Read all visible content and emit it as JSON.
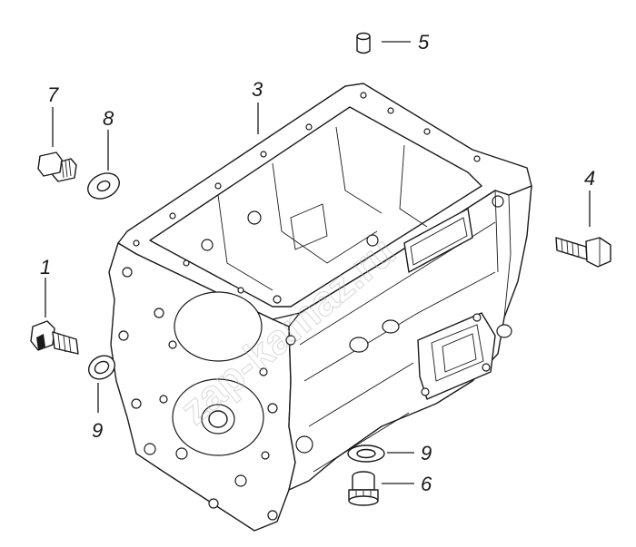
{
  "diagram": {
    "callouts": [
      {
        "id": "1",
        "text": "1"
      },
      {
        "id": "3",
        "text": "3"
      },
      {
        "id": "4",
        "text": "4"
      },
      {
        "id": "5",
        "text": "5"
      },
      {
        "id": "6",
        "text": "6"
      },
      {
        "id": "7",
        "text": "7"
      },
      {
        "id": "8",
        "text": "8"
      },
      {
        "id": "9a",
        "text": "9"
      },
      {
        "id": "9b",
        "text": "9"
      }
    ],
    "watermark": "zap-kamaz.ru",
    "line_color": "#1a1a1a",
    "background": "#ffffff"
  }
}
